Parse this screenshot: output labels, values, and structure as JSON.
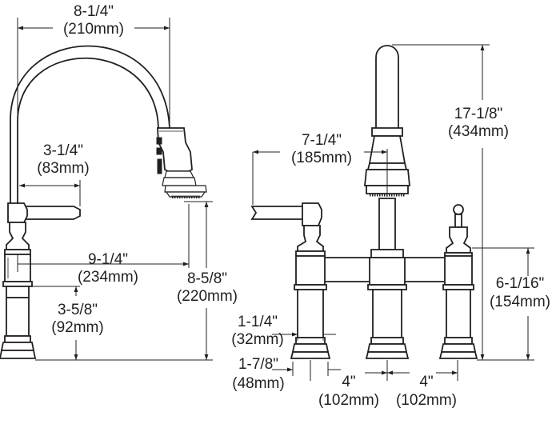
{
  "dimensions": {
    "left_spout_reach": {
      "imperial": "8-1/4\"",
      "metric": "(210mm)"
    },
    "left_handle_reach": {
      "imperial": "3-1/4\"",
      "metric": "(83mm)"
    },
    "left_overall_reach": {
      "imperial": "9-1/4\"",
      "metric": "(234mm)"
    },
    "left_spout_height": {
      "imperial": "8-5/8\"",
      "metric": "(220mm)"
    },
    "left_base_height": {
      "imperial": "3-5/8\"",
      "metric": "(92mm)"
    },
    "right_handle_reach": {
      "imperial": "7-1/4\"",
      "metric": "(185mm)"
    },
    "right_overall_height": {
      "imperial": "17-1/8\"",
      "metric": "(434mm)"
    },
    "right_bridge_height": {
      "imperial": "6-1/16\"",
      "metric": "(154mm)"
    },
    "right_base_dia": {
      "imperial": "1-1/4\"",
      "metric": "(32mm)"
    },
    "right_escutcheon_dia": {
      "imperial": "1-7/8\"",
      "metric": "(48mm)"
    },
    "right_spacing_left": {
      "imperial": "4\"",
      "metric": "(102mm)"
    },
    "right_spacing_right": {
      "imperial": "4\"",
      "metric": "(102mm)"
    }
  }
}
